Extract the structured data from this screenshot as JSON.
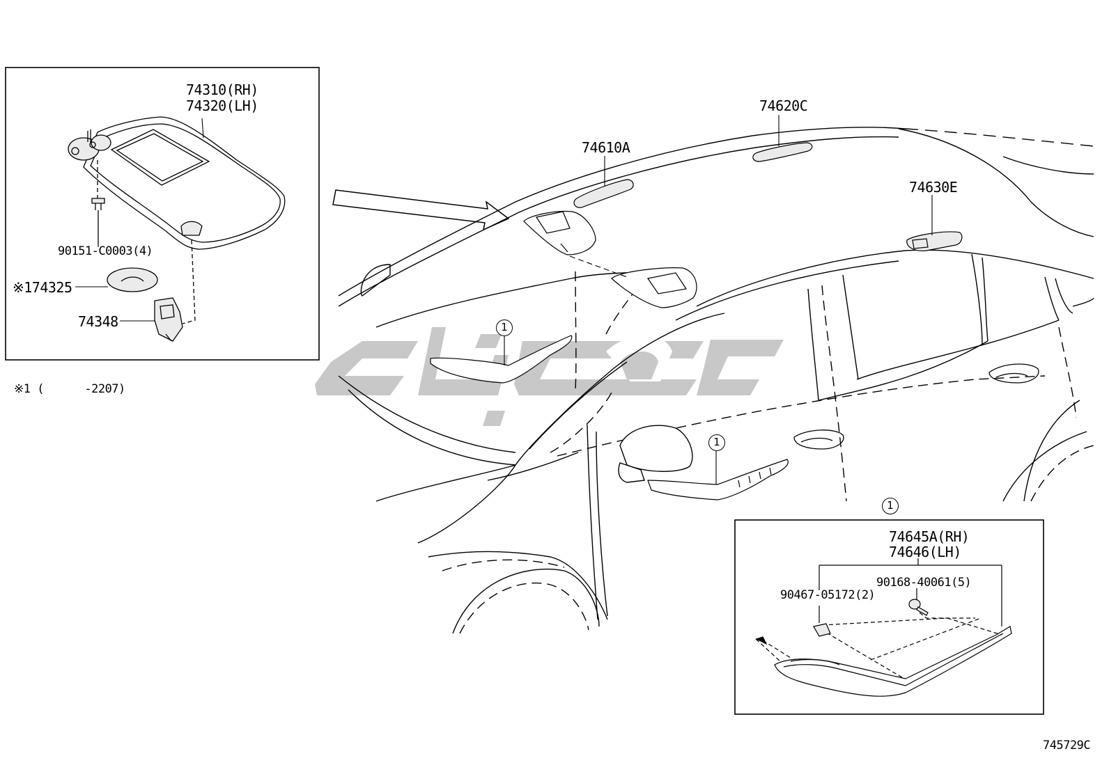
{
  "parts": {
    "visor_rh": "74310(RH)",
    "visor_lh": "74320(LH)",
    "screw": "90151-C0003(4)",
    "cover": "※174325",
    "holder": "74348",
    "footnote": "※1 (      -2207)",
    "grip_a": "74610A",
    "grip_c": "74620C",
    "grip_e": "74630E",
    "assist_rh": "74645A(RH)",
    "assist_lh": "74646(LH)",
    "clip": "90467-05172(2)",
    "bolt": "90168-40061(5)",
    "callout": "1",
    "diagram_code": "745729C"
  },
  "colors": {
    "line": "#000000",
    "watermark": "#c8c8c8",
    "part_fill": "#ebebeb"
  }
}
